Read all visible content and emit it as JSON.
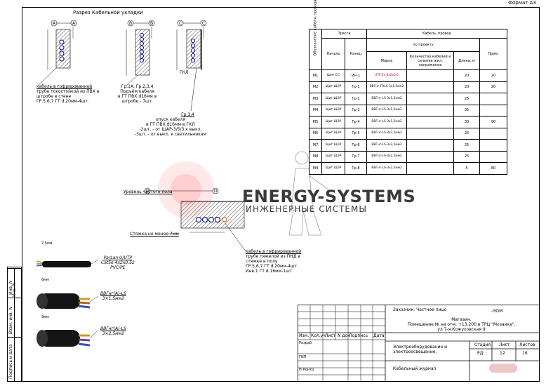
{
  "format_label": "Формат А3",
  "section_title": "Разрез Кабельной укладки",
  "markers": [
    "А",
    "А",
    "В",
    "В",
    "С",
    "С",
    "D",
    "D"
  ],
  "notes": {
    "a": [
      "кабель в гофрированной",
      "трубе токостойкой из ПВХ в",
      "штробе в стене",
      "ГР.5,6,7 ГТ d.20мм-4шт."
    ],
    "b": [
      "Гр.1А, Гр.2,3,4",
      "Подъём кабеля",
      "в ГТ ПВХ d16мм в",
      "штробе - 7шт."
    ],
    "c": [
      "Гр.3,4",
      "опуск кабеля",
      "в ГТ ПВХ d16мм в ГКЛ",
      "-2шт. - от ЩАР-3/5/3 к выкл.",
      "-3шт. - от выкл. к светильникам"
    ],
    "gkl": "ГКЛ",
    "floor_level": "Уровень чистого пола",
    "screed": "Стяжка не менее 7мм",
    "d": [
      "кабель в гофрированной",
      "трубе тяжелой из ПНД в",
      "стяжке в полу",
      "ГР.5,6,7 ГТ d.20мм-4шт.",
      "Инв.1 ГТ d.16мм-1шт."
    ]
  },
  "cables": [
    {
      "dim": "7,5мм",
      "lines": [
        "ParLan U/UTP",
        "Cat5e 4x2x0,52",
        "PVC/PE"
      ]
    },
    {
      "dim": "6мм",
      "lines": [
        "ВВГнг(А)-LS",
        "3×1,5мм2"
      ]
    },
    {
      "dim": "9мм",
      "lines": [
        "ВВГнг(А)-LS",
        "3×2,5мм2"
      ]
    }
  ],
  "left_strip": [
    "Инв. N подл.",
    "Подпись и дата",
    "Взам. инв. N",
    "Инв. N"
  ],
  "journal": {
    "side_header": "Обозначение кабеля, провода",
    "h_trassa": "Трасса",
    "h_cable": "Кабель, провод",
    "h_start": "Начало",
    "h_end": "Конец",
    "h_project": "по проекту",
    "h_mark": "Марка",
    "h_qty": "Количество кабелей и сечение жил, напряжение",
    "h_length": "Длина, м",
    "h_note": "Прим.",
    "rows": [
      {
        "id": "М1",
        "start": "Щит СС",
        "end": "Ин-1",
        "mark": "UTP 5e 4x2x0,5",
        "len": "20",
        "note": "20",
        "red": true
      },
      {
        "id": "М2",
        "start": "Щит ЩЭР",
        "end": "Гр-1",
        "mark": "ВВГнг-FRLS-3x1,5мм2",
        "len": "20",
        "note": "20",
        "red": false
      },
      {
        "id": "М3",
        "start": "Щит ЩЭР",
        "end": "Гр-2",
        "mark": "ВВГнг-LS-3x1,5мм2",
        "len": "25",
        "note": "",
        "red": false
      },
      {
        "id": "М4",
        "start": "Щит ЩЭР",
        "end": "Гр-3",
        "mark": "ВВГнг-LS-3x1,5мм2",
        "len": "35",
        "note": "",
        "red": false
      },
      {
        "id": "М5",
        "start": "Щит ЩЭР",
        "end": "Гр-4",
        "mark": "ВВГнг-LS-3x1,5мм2",
        "len": "30",
        "note": "90",
        "red": false
      },
      {
        "id": "М6",
        "start": "Щит ЩЭР",
        "end": "Гр-5",
        "mark": "ВВГнг-LS-3x2,5мм2",
        "len": "25",
        "note": "",
        "red": false
      },
      {
        "id": "М7",
        "start": "Щит ЩЭР",
        "end": "Гр-6",
        "mark": "ВВГнг-LS-3x2,5мм2",
        "len": "25",
        "note": "",
        "red": false
      },
      {
        "id": "М8",
        "start": "Щит ЩЭР",
        "end": "Гр-7",
        "mark": "ВВГнг-LS-3x2,5мм2",
        "len": "25",
        "note": "",
        "red": false
      },
      {
        "id": "М9",
        "start": "Щит ЩЭР",
        "end": "Гр-8",
        "mark": "ВВГнг-LS-3x2,5мм2",
        "len": "5",
        "note": "80",
        "red": false
      }
    ]
  },
  "watermark": {
    "title": "ENERGY-SYSTEMS",
    "subtitle": "ИНЖЕНЕРНЫЕ СИСТЕМЫ"
  },
  "stamp": {
    "customer": "Заказчик: Частное лицо",
    "code": "-ЭОМ",
    "object_1": "Магазин.",
    "object_2": "Помещение № на отм. +13.200 в ТРЦ \"Мозаика\",",
    "object_3": "ул 7-я Кожуховская 9",
    "cols": [
      "Изм.",
      "Кол.уч",
      "Лист",
      "N док",
      "Подпись",
      "Дата"
    ],
    "roles": [
      "Разраб",
      "ГИП",
      "Н.Контр"
    ],
    "section": "Электрооборудование и электроосвещение.",
    "sheet_title": "Кабельный журнал",
    "h_stage": "Стадия",
    "h_sheet": "Лист",
    "h_sheets": "Листов",
    "stage": "РД",
    "sheet": "12",
    "sheets": "16"
  }
}
